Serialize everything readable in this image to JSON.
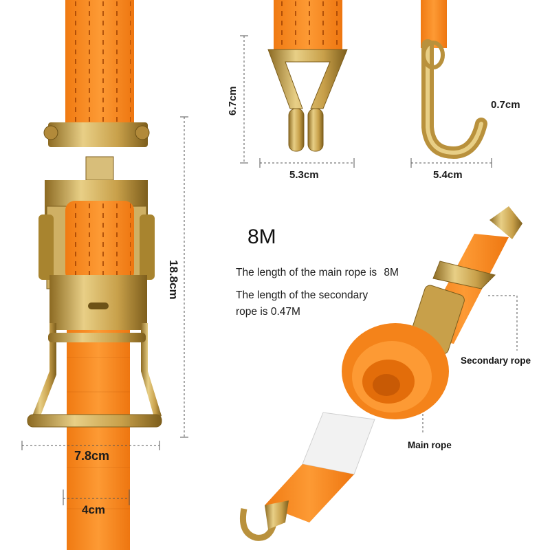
{
  "colors": {
    "strap": "#fb8a1f",
    "strap_dark": "#e36d0a",
    "metal": "#c8a04a",
    "metal_dark": "#8c6a22",
    "dim_line": "#555555"
  },
  "dimensions": {
    "buckle_height": "18.8cm",
    "buckle_width": "7.8cm",
    "strap_width": "4cm",
    "hook_height": "6.7cm",
    "hook_width": "5.3cm",
    "jhook_width": "5.4cm",
    "jhook_gauge": "0.7cm"
  },
  "headline": "8M",
  "info": {
    "main_rope": "The length of the main rope is",
    "main_rope_value": "8M",
    "secondary_line1": "The length of the secondary",
    "secondary_line2": "rope is 0.47M"
  },
  "callouts": {
    "secondary": "Secondary rope",
    "main": "Main rope"
  },
  "icons": [
    "ratchet-buckle",
    "double-j-hook",
    "j-hook",
    "coiled-strap"
  ]
}
